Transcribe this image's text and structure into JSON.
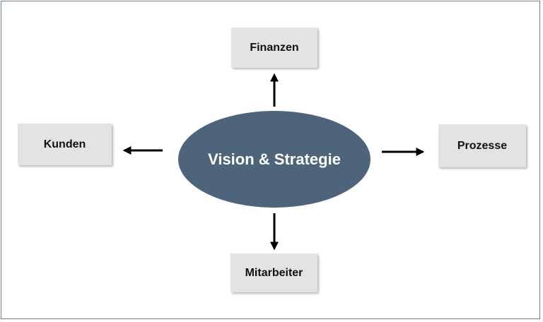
{
  "diagram": {
    "center": "Vision & Strategie",
    "nodes": {
      "top": "Finanzen",
      "left": "Kunden",
      "right": "Prozesse",
      "bottom": "Mitarbeiter"
    },
    "colors": {
      "center_fill": "#4d647a",
      "box_fill": "#e3e3e3",
      "border": "#6a7f93",
      "arrow": "#000000"
    }
  }
}
